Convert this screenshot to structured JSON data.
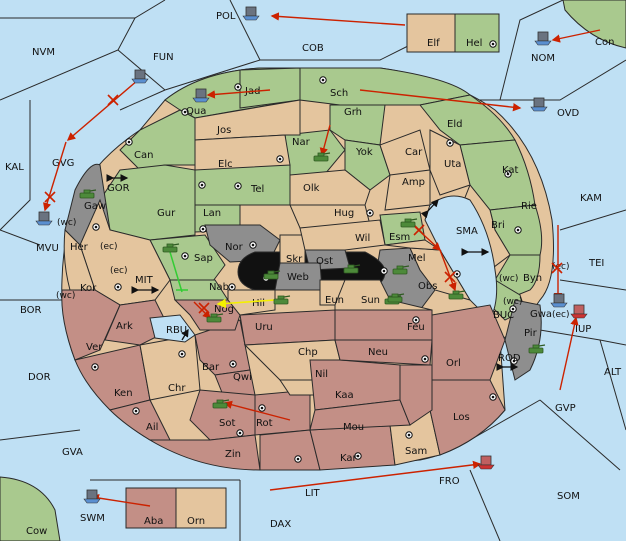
{
  "colors": {
    "sea": "#bfe0f4",
    "green": "#a9c98e",
    "tan": "#e4c59e",
    "red": "#c38f86",
    "gray": "#8e8e8e",
    "black": "#111111",
    "order_arrow": "#cc2200",
    "order_green": "#33cc33",
    "order_yellow": "#f4f000"
  },
  "labels": {
    "POL": "POL",
    "COB": "COB",
    "NVM": "NVM",
    "FUN": "FUN",
    "NOM": "NOM",
    "Con": "Con",
    "Elf": "Elf",
    "Hel": "Hel",
    "OVD": "OVD",
    "KAL": "KAL",
    "KAM": "KAM",
    "TEI": "TEI",
    "SMA": "SMA",
    "MIT": "MIT",
    "RBU": "RBU",
    "BUC": "BUC",
    "ROD": "ROD",
    "BOR": "BOR",
    "DOR": "DOR",
    "ALT": "ALT",
    "GVP": "GVP",
    "GVA": "GVA",
    "SOM": "SOM",
    "LIT": "LIT",
    "FRO": "FRO",
    "SWM": "SWM",
    "Cow": "Cow",
    "DAX": "DAX",
    "Aba": "Aba",
    "Orn": "Orn",
    "GVG": "GVG",
    "GOR": "GOR",
    "MVU": "MVU",
    "Gaw": "Gaw",
    "Jad": "Jad",
    "Qua": "Qua",
    "Sch": "Sch",
    "Jos": "Jos",
    "Grh": "Grh",
    "Eld": "Eld",
    "Can": "Can",
    "Elc": "Elc",
    "Nar": "Nar",
    "Yok": "Yok",
    "Car": "Car",
    "Uta": "Uta",
    "Kat": "Kat",
    "Tel": "Tel",
    "Olk": "Olk",
    "Amp": "Amp",
    "Gur": "Gur",
    "Lan": "Lan",
    "Hug": "Hug",
    "Rie": "Rie",
    "Bri": "Bri",
    "Nor": "Nor",
    "Wil": "Wil",
    "Esm": "Esm",
    "Her": "Her",
    "Sap": "Sap",
    "Skr": "Skr",
    "Ost": "Ost",
    "Web": "Web",
    "Mel": "Mel",
    "Byn": "Byn",
    "Kor": "Kor",
    "Nab": "Nab",
    "Eun": "Eun",
    "Sun": "Sun",
    "Obs": "Obs",
    "Gwa": "Gwa",
    "Nog": "Nog",
    "Hil": "Hil",
    "Pir": "Pir",
    "Uru": "Uru",
    "Feu": "Feu",
    "Ark": "Ark",
    "Chp": "Chp",
    "Neu": "Neu",
    "Orl": "Orl",
    "Ver": "Ver",
    "Nil": "Nil",
    "Bar": "Bar",
    "Qwi": "Qwi",
    "Kaa": "Kaa",
    "Chr": "Chr",
    "Ken": "Ken",
    "Los": "Los",
    "Sot": "Sot",
    "Rot": "Rot",
    "Mou": "Mou",
    "Ail": "Ail",
    "Sam": "Sam",
    "Zin": "Zin",
    "Kar": "Kar",
    "IUP": "IUP"
  },
  "coast_tags": {
    "wc_gaw": "(wc)",
    "ec_her": "(ec)",
    "ec_kor": "(ec)",
    "wc_kor": "(wc)",
    "wc_byn": "(wc)",
    "ec_byn": "(ec)",
    "wc_gwa": "(wc)",
    "ec_gwa": "(ec)"
  },
  "units": [
    {
      "type": "fleet",
      "nation": "blue",
      "province": "POL"
    },
    {
      "type": "fleet",
      "nation": "blue",
      "province": "NOM"
    },
    {
      "type": "fleet",
      "nation": "blue",
      "province": "FUN"
    },
    {
      "type": "fleet",
      "nation": "blue",
      "province": "OVD"
    },
    {
      "type": "fleet",
      "nation": "blue",
      "province": "MVU"
    },
    {
      "type": "fleet",
      "nation": "blue",
      "province": "Qua"
    },
    {
      "type": "fleet",
      "nation": "blue",
      "province": "Gwa"
    },
    {
      "type": "fleet",
      "nation": "blue",
      "province": "SWM"
    },
    {
      "type": "fleet",
      "nation": "red",
      "province": "FRO"
    },
    {
      "type": "fleet",
      "nation": "red",
      "province": "IUP"
    },
    {
      "type": "army",
      "nation": "green",
      "province": "Nar"
    },
    {
      "type": "army",
      "nation": "green",
      "province": "Gaw"
    },
    {
      "type": "army",
      "nation": "green",
      "province": "Esm"
    },
    {
      "type": "army",
      "nation": "green",
      "province": "Mel"
    },
    {
      "type": "army",
      "nation": "green",
      "province": "Obs"
    },
    {
      "type": "army",
      "nation": "green",
      "province": "Sap"
    },
    {
      "type": "army",
      "nation": "green",
      "province": "Nog"
    },
    {
      "type": "army",
      "nation": "green",
      "province": "Hil"
    },
    {
      "type": "army",
      "nation": "green",
      "province": "Web"
    },
    {
      "type": "army",
      "nation": "green",
      "province": "Ost"
    },
    {
      "type": "army",
      "nation": "green",
      "province": "Sun"
    },
    {
      "type": "army",
      "nation": "green",
      "province": "Pir"
    },
    {
      "type": "army",
      "nation": "green",
      "province": "Sot"
    }
  ]
}
